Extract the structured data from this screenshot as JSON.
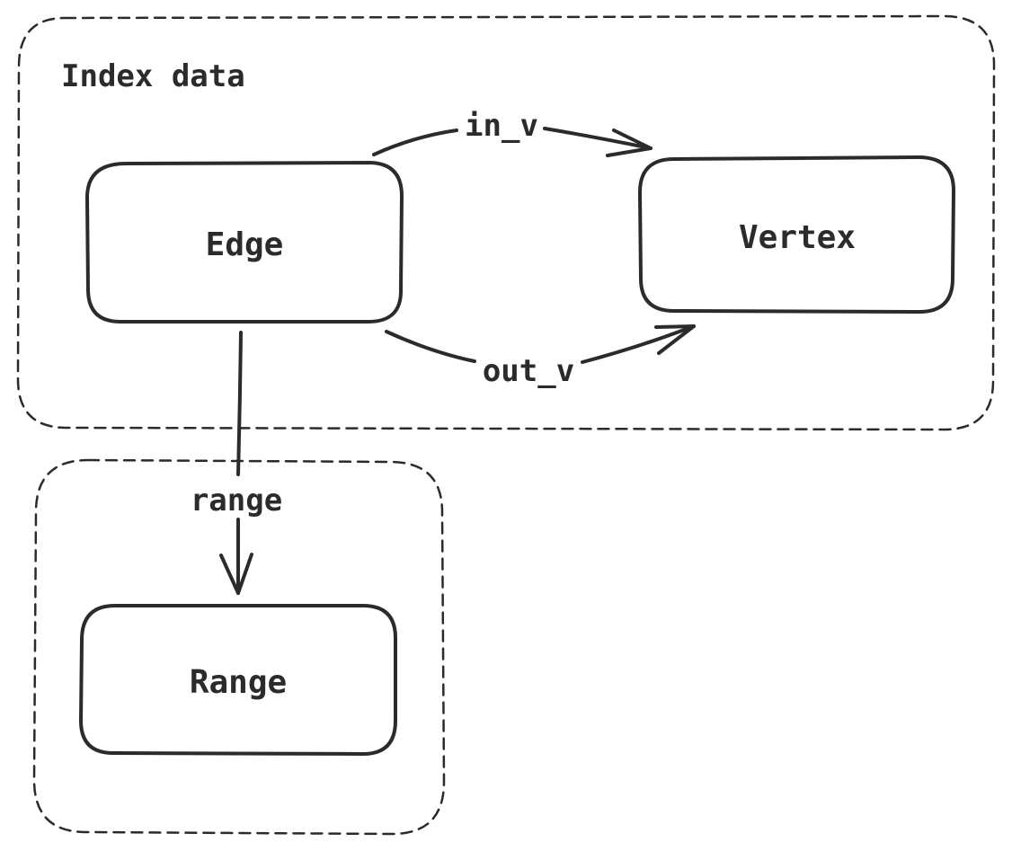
{
  "colors": {
    "index_group_fill": "#addbfd",
    "range_group_fill": "#feeba4",
    "stroke": "#2b2b2b",
    "background": "#ffffff"
  },
  "groups": {
    "index": {
      "title": "Index data"
    },
    "range": {
      "title": ""
    }
  },
  "nodes": {
    "edge": {
      "label": "Edge"
    },
    "vertex": {
      "label": "Vertex"
    },
    "range": {
      "label": "Range"
    }
  },
  "edges": {
    "in_v": {
      "label": "in_v",
      "from": "Edge",
      "to": "Vertex"
    },
    "out_v": {
      "label": "out_v",
      "from": "Edge",
      "to": "Vertex"
    },
    "range": {
      "label": "range",
      "from": "Edge",
      "to": "Range"
    }
  }
}
